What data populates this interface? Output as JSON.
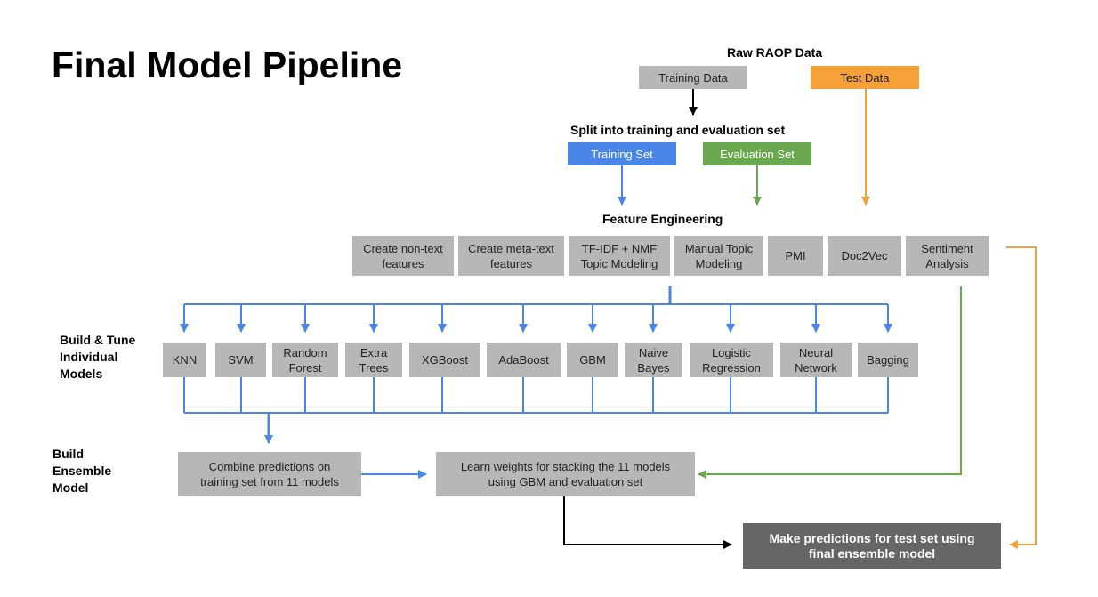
{
  "title": "Final Model Pipeline",
  "headings": {
    "raw_data": "Raw RAOP Data",
    "split": "Split into training and evaluation set",
    "feature_engineering": "Feature Engineering"
  },
  "side_labels": {
    "build_tune": [
      "Build & Tune",
      "Individual",
      "Models"
    ],
    "build_ensemble": [
      "Build",
      "Ensemble",
      "Model"
    ]
  },
  "data_boxes": {
    "training_data": "Training Data",
    "test_data": "Test Data",
    "training_set": "Training Set",
    "evaluation_set": "Evaluation Set"
  },
  "features": [
    [
      "Create non-text",
      "features"
    ],
    [
      "Create meta-text",
      "features"
    ],
    [
      "TF-IDF + NMF",
      "Topic Modeling"
    ],
    [
      "Manual Topic",
      "Modeling"
    ],
    [
      "PMI"
    ],
    [
      "Doc2Vec"
    ],
    [
      "Sentiment",
      "Analysis"
    ]
  ],
  "models": [
    [
      "KNN"
    ],
    [
      "SVM"
    ],
    [
      "Random",
      "Forest"
    ],
    [
      "Extra",
      "Trees"
    ],
    [
      "XGBoost"
    ],
    [
      "AdaBoost"
    ],
    [
      "GBM"
    ],
    [
      "Naive",
      "Bayes"
    ],
    [
      "Logistic",
      "Regression"
    ],
    [
      "Neural",
      "Network"
    ],
    [
      "Bagging"
    ]
  ],
  "ensemble": {
    "combine": [
      "Combine predictions on",
      "training set from 11 models"
    ],
    "learn": [
      "Learn weights for stacking the 11 models",
      "using GBM and evaluation set"
    ],
    "predict": [
      "Make predictions for test set using",
      "final ensemble model"
    ]
  },
  "colors": {
    "blue": "#4a86e8",
    "green": "#6aa84f",
    "orange": "#f6a039",
    "gray": "#b7b7b7",
    "dark": "#666666"
  }
}
